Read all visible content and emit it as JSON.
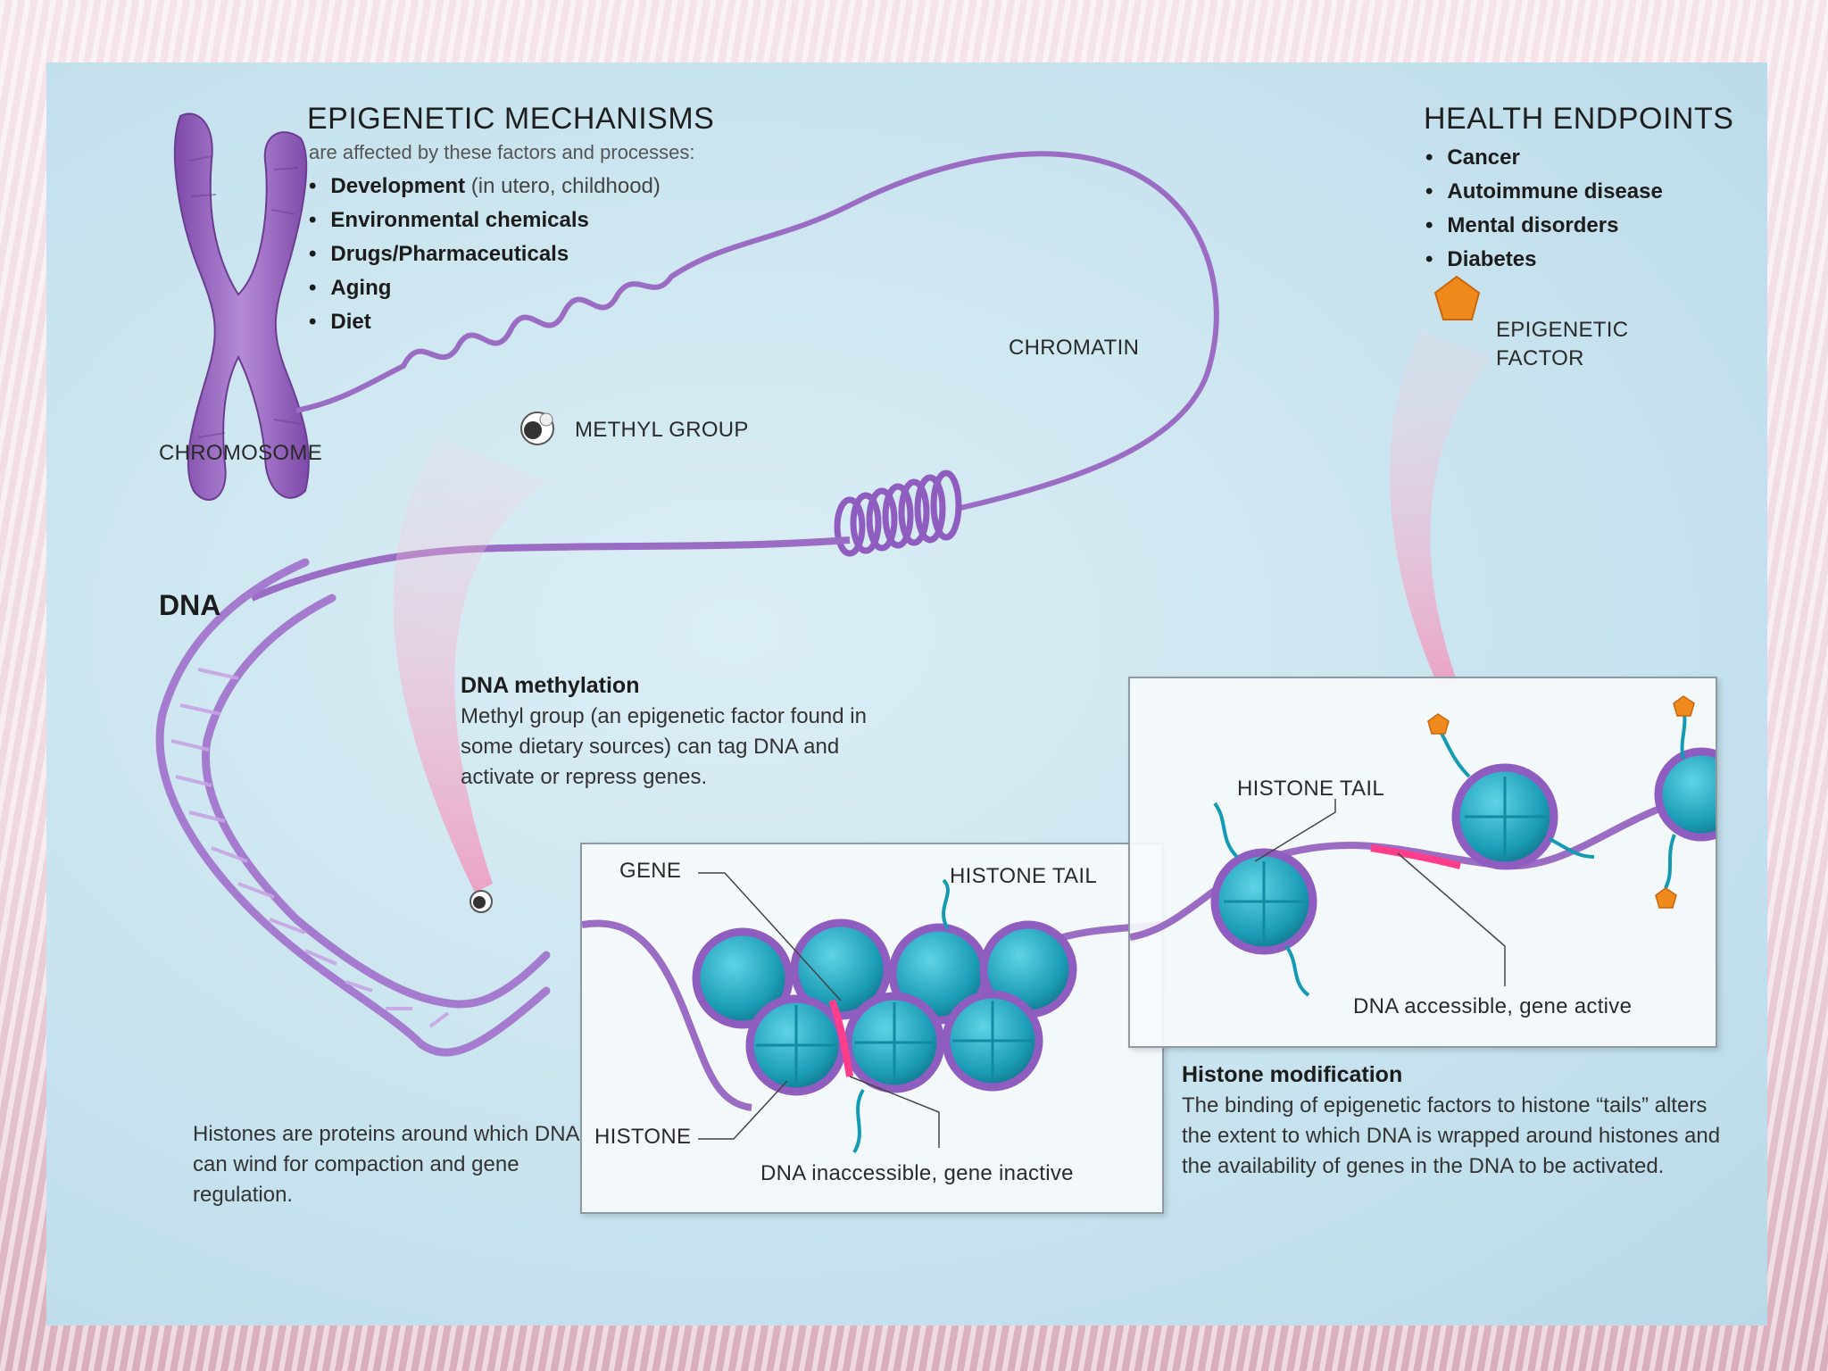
{
  "mechanisms": {
    "title": "EPIGENETIC MECHANISMS",
    "subtitle": "are affected by these factors and processes:",
    "items": [
      {
        "bold": "Development",
        "extra": " (in utero, childhood)"
      },
      {
        "bold": "Environmental chemicals",
        "extra": ""
      },
      {
        "bold": "Drugs/Pharmaceuticals",
        "extra": ""
      },
      {
        "bold": "Aging",
        "extra": ""
      },
      {
        "bold": "Diet",
        "extra": ""
      }
    ]
  },
  "health": {
    "title": "HEALTH ENDPOINTS",
    "items": [
      "Cancer",
      "Autoimmune disease",
      "Mental disorders",
      "Diabetes"
    ]
  },
  "labels": {
    "chromosome": "CHROMOSOME",
    "chromatin": "CHROMATIN",
    "methyl_group": "METHYL GROUP",
    "epigenetic_factor": "EPIGENETIC FACTOR",
    "dna": "DNA",
    "gene": "GENE",
    "histone_tail_1": "HISTONE TAIL",
    "histone_tail_2": "HISTONE TAIL",
    "histone": "HISTONE",
    "inaccessible": "DNA inaccessible, gene inactive",
    "accessible": "DNA accessible, gene active"
  },
  "methylation": {
    "title": "DNA methylation",
    "body": "Methyl group (an epigenetic factor found in some dietary sources) can tag DNA and activate or repress genes."
  },
  "histones_note": "Histones are proteins around which DNA can wind for compaction and gene regulation.",
  "histone_mod": {
    "title": "Histone modification",
    "body": "The binding of epigenetic factors to histone “tails” alters the extent to which DNA is wrapped around histones and the availability of genes in the DNA to be activated."
  },
  "colors": {
    "dna_purple": "#9a6cc4",
    "histone_teal": "#1fa0b8",
    "factor_orange": "#f08a1c",
    "arrow_pink": "#f4a6c4"
  }
}
